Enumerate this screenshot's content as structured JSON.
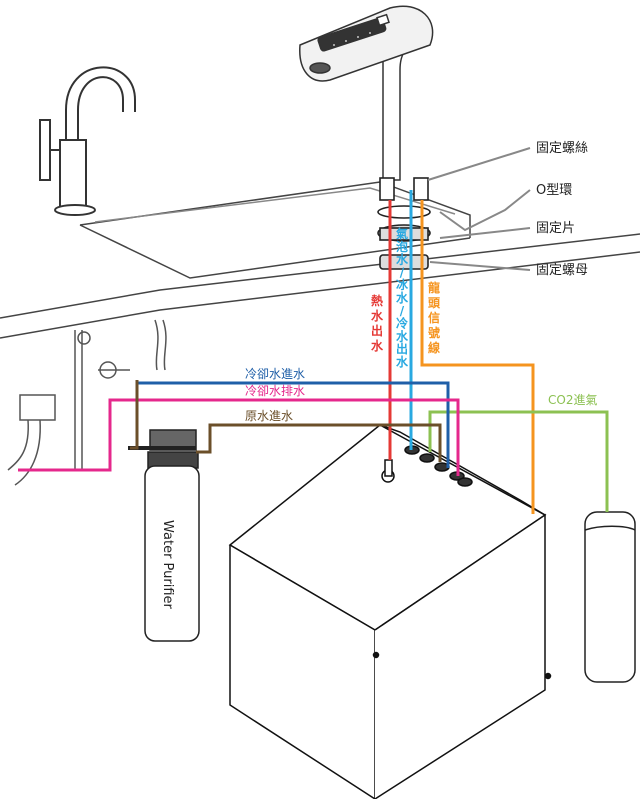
{
  "labels": {
    "screw": "固定螺絲",
    "oring": "O型環",
    "plate": "固定片",
    "nut": "固定螺母",
    "co2": "CO2進氣",
    "cool_in": "冷卻水進水",
    "cool_out": "冷卻水排水",
    "raw_in": "原水進水",
    "purifier": "Water Purifier"
  },
  "vertical_labels": {
    "hot": [
      "熱",
      "水",
      "出",
      "水"
    ],
    "sparkling": [
      "氣",
      "泡",
      "水",
      "/",
      "冰",
      "水",
      "/",
      "冷",
      "水",
      "出",
      "水"
    ],
    "signal": [
      "龍",
      "頭",
      "信",
      "號",
      "線"
    ]
  },
  "colors": {
    "hot": "#e53935",
    "cold": "#29a9e1",
    "signal": "#f5941f",
    "cool_in": "#1f5fa8",
    "cool_out": "#e5288c",
    "raw": "#6b4f2a",
    "co2": "#8cc152"
  }
}
